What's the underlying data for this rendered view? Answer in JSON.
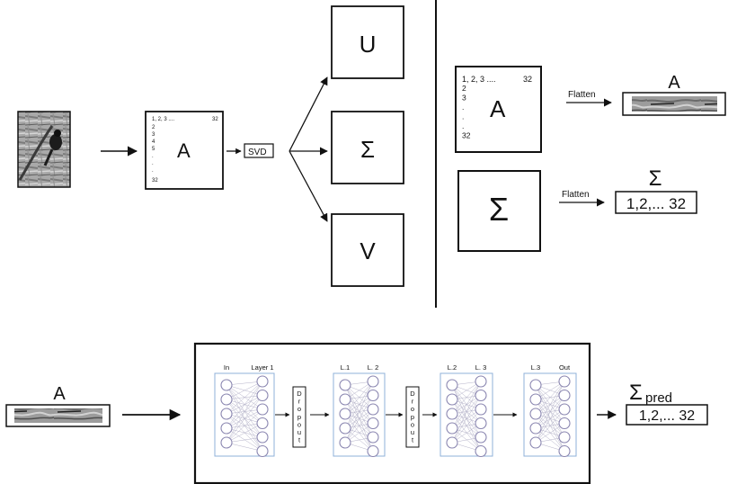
{
  "colors": {
    "ink": "#111111",
    "net_box": "#8fb0d8",
    "neuron": "#8a86b0",
    "connection": "#b4b2c8"
  },
  "top_left": {
    "matrix_label": "A",
    "matrix_row_header": "1, 2, 3 ....",
    "matrix_col_last": "32",
    "matrix_rows": [
      "2",
      "3",
      "4",
      "5",
      ".",
      ".",
      ".",
      "32"
    ],
    "svd_label": "SVD",
    "outputs": [
      "U",
      "Σ",
      "V"
    ]
  },
  "top_right": {
    "matrix_label": "A",
    "matrix_row_header": "1, 2, 3 ....",
    "matrix_col_last": "32",
    "matrix_rows": [
      "2",
      "3",
      ".",
      ".",
      ".",
      "32"
    ],
    "flatten_label_1": "Flatten",
    "flat_a_label": "A",
    "sigma_box_label": "Σ",
    "flatten_label_2": "Flatten",
    "flat_sigma_label": "Σ",
    "flat_sigma_values": "1,2,... 32"
  },
  "bottom": {
    "input_label": "A",
    "networks": [
      {
        "left": "In",
        "right": "Layer 1"
      },
      {
        "left": "L.1",
        "right": "L. 2"
      },
      {
        "left": "L.2",
        "right": "L. 3"
      },
      {
        "left": "L.3",
        "right": "Out"
      }
    ],
    "dropout_letters": [
      "D",
      "r",
      "o",
      "p",
      "o",
      "u",
      "t"
    ],
    "pred_symbol": "Σ",
    "pred_subscript": "pred",
    "pred_values": "1,2,... 32"
  }
}
